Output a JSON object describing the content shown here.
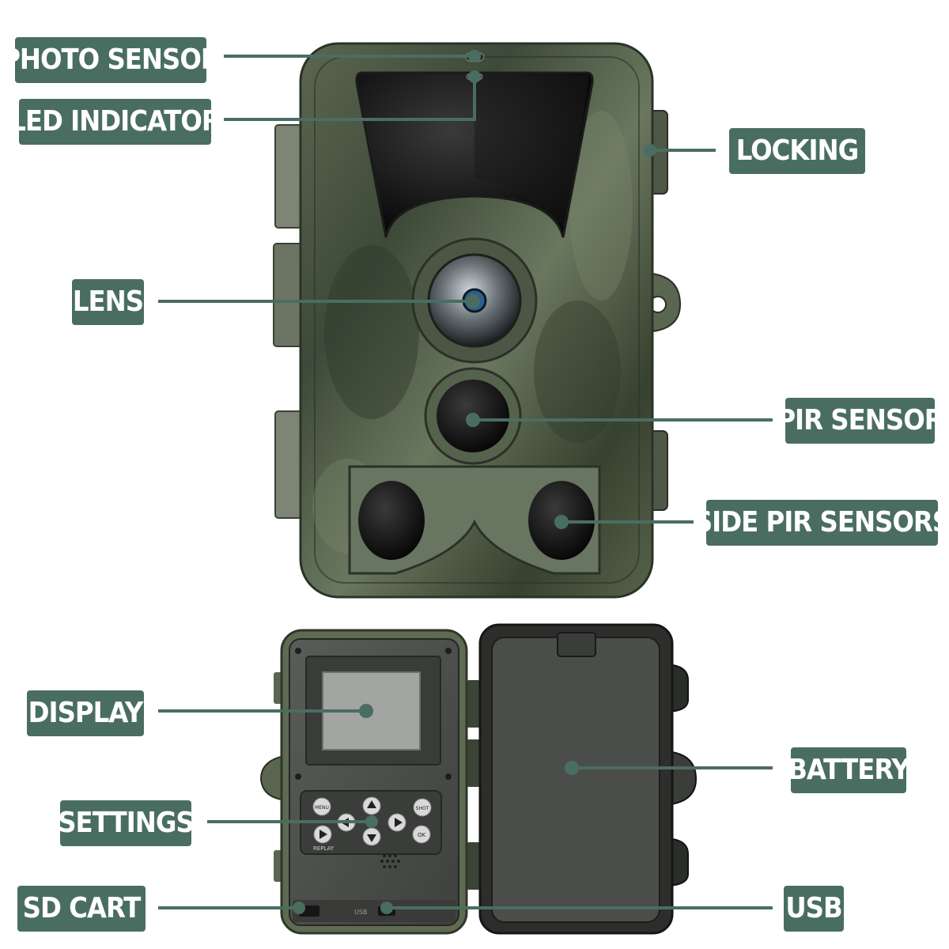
{
  "labels": {
    "photo_sensor": "PHOTO SENSOR",
    "led_indicator": "LED INDICATOR",
    "locking": "LOCKING",
    "lens": "LENS",
    "pir_sensor": "PIR SENSOR",
    "side_pir_sensors": "SIDE PIR SENSORS",
    "display": "DISPLAY",
    "battery": "BATTERY",
    "settings": "SETTINGS",
    "sd_cart": "SD CART",
    "usb": "USB"
  },
  "keypad": {
    "menu": "MENU",
    "shot": "SHOT",
    "ok": "OK",
    "replay": "REPLAY"
  },
  "ports": {
    "usb": "USB"
  },
  "colors": {
    "label_bg": "#4a6d62",
    "label_text": "#ffffff",
    "leader_line": "#4a6d62",
    "camo_dark": "#3b4636",
    "camo_light": "#6d7a62",
    "panel_gray": "#4a4c4a",
    "screen": "#9a9c9a"
  }
}
